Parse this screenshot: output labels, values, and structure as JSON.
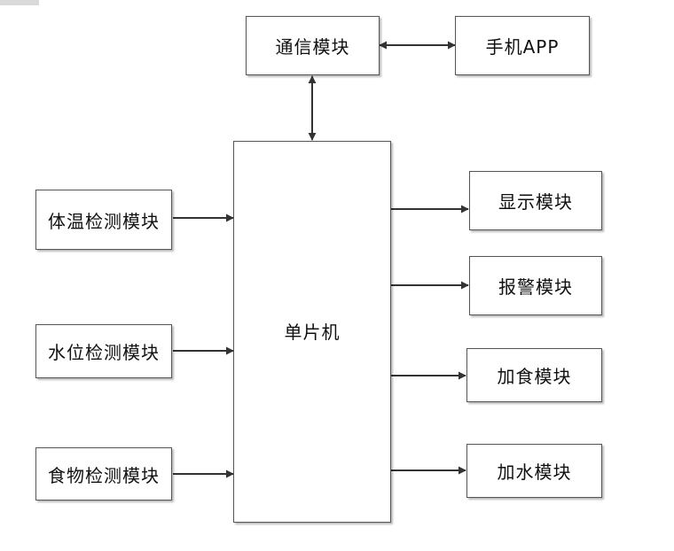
{
  "diagram": {
    "mcu": "单片机",
    "comm": "通信模块",
    "phone": "手机APP",
    "inputs": [
      "体温检测模块",
      "水位检测模块",
      "食物检测模块"
    ],
    "outputs": [
      "显示模块",
      "报警模块",
      "加食模块",
      "加水模块"
    ]
  }
}
